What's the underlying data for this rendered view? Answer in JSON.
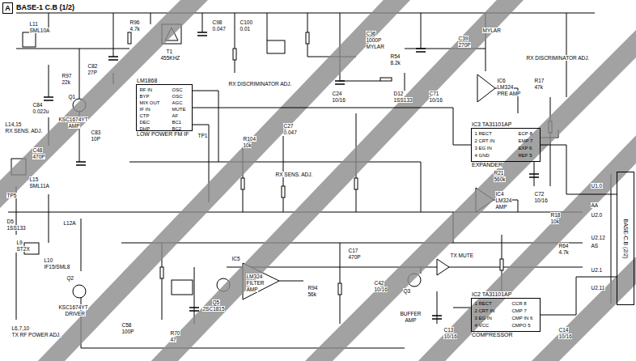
{
  "diagram": {
    "title": "BASE-1 C.B (1/2)",
    "nodes": [
      {
        "text": [
          "A"
        ]
      },
      {
        "text": [
          "LM1868",
          "LOW POWER FM IF"
        ]
      },
      {
        "text": [
          "IC3 TA31101AP",
          "EXPANDER"
        ]
      },
      {
        "text": [
          "IC2 TA31101AP",
          "COMPRESSOR"
        ]
      },
      {
        "text": [
          "BASE-C.B (2/2)"
        ]
      }
    ],
    "edges": [
      {
        "from": 1,
        "to": 2,
        "arrow": "none"
      },
      {
        "from": 2,
        "to": 4,
        "arrow": "none"
      },
      {
        "from": 3,
        "to": 4,
        "arrow": "none"
      }
    ],
    "labels": [
      "L11",
      "SML10A",
      "R96",
      "4.7k",
      "C98",
      "0.047",
      "T1",
      "455KHZ",
      "C100",
      "0.01",
      "R97",
      "22k",
      "C82",
      "27P",
      "Q1",
      "KSC1674YT",
      "AMP",
      "C83",
      "10P",
      "C84",
      "0.022u",
      "L14,15",
      "RX SENS. ADJ.",
      "C48",
      "470P",
      "L15",
      "SML11A",
      "TP5",
      "D5",
      "1SS133",
      "L12A",
      "L9",
      "ST2X",
      "L10",
      "IF15/SML8",
      "L6,7,10",
      "TX RF POWER ADJ.",
      "Q2",
      "KSC1674YT",
      "DRIVER",
      "C58",
      "100P",
      "R70",
      "47",
      "Q5",
      "2SC1815",
      "RX DISCRIMINATOR ADJ.",
      "C36",
      "1000P",
      "MYLAR",
      "R54",
      "8.2k",
      "C39",
      "270P",
      "MYLAR",
      "RX DISCRIMINATOR ADJ.",
      "IC6",
      "LM324",
      "PRE AMP",
      "R17",
      "47k",
      "C24",
      "10/16",
      "D12",
      "1SS133",
      "C71",
      "10/16",
      "RX SENS. ADJ.",
      "R104",
      "10k",
      "C27",
      "0.047",
      "R21",
      "560k",
      "IC4",
      "LM324",
      "AMP",
      "C72",
      "10/16",
      "R18",
      "10k",
      "U1.0",
      "AA",
      "U2.0",
      "U2.12",
      "AS",
      "U2.1",
      "U2.11",
      "IC5",
      "LM324",
      "FILTER",
      "AMP",
      "TX MUTE",
      "Q3",
      "BUFFER",
      "AMP",
      "C42",
      "10/16",
      "R94",
      "56k",
      "C17",
      "470P",
      "R64",
      "4.7k",
      "C14",
      "10/16",
      "C13",
      "10/16",
      "RF IN",
      "BYP",
      "MIX OUT",
      "IF IN",
      "CTP",
      "DEC",
      "DHP",
      "OSC",
      "OSC",
      "AGC",
      "MUTE",
      "AF",
      "BC1",
      "BC2",
      "1 RECT",
      "2 CRT IN",
      "3 EG IN",
      "4 GND",
      "ECP 8",
      "EMP 7",
      "EXP 6",
      "REF 5",
      "1 RECT",
      "2 CRT IN",
      "3 EG IN",
      "4 VCC",
      "CCR 8",
      "CMP 7",
      "CMP IN 6",
      "CMPO 5",
      "TP1"
    ]
  }
}
